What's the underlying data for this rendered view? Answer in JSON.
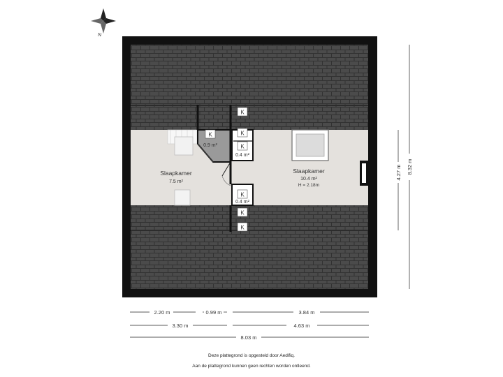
{
  "compass": {
    "north_label": "N"
  },
  "rooms": [
    {
      "name": "Slaapkamer",
      "area": "7.5 m²",
      "height": ""
    },
    {
      "name": "Slaapkamer",
      "area": "10.4 m²",
      "height": "H = 2.18m"
    }
  ],
  "closets": [
    {
      "label": "K",
      "area": ""
    },
    {
      "label": "K",
      "area": "0.9 m²"
    },
    {
      "label": "K",
      "area": ""
    },
    {
      "label": "K",
      "area": "0.4 m²"
    },
    {
      "label": "K",
      "area": "0.4 m²"
    },
    {
      "label": "K",
      "area": ""
    },
    {
      "label": "K",
      "area": ""
    }
  ],
  "dimensions": {
    "bottom": [
      "2.20 m",
      "0.99 m",
      "3.84 m",
      "3.30 m",
      "4.63 m",
      "8.03 m"
    ],
    "right": [
      "4.27 m",
      "8.32 m"
    ]
  },
  "footer": {
    "line1": "Deze plattegrond is opgesteld door Aedifiq.",
    "line2": "Aan de plattegrond kunnen geen rechten worden ontleend."
  },
  "colors": {
    "roof": "#4b4b4b",
    "roof_lines": "#333333",
    "wall": "#111111",
    "floor": "#e4e1dd",
    "closet_floor": "#9a9a9a"
  }
}
